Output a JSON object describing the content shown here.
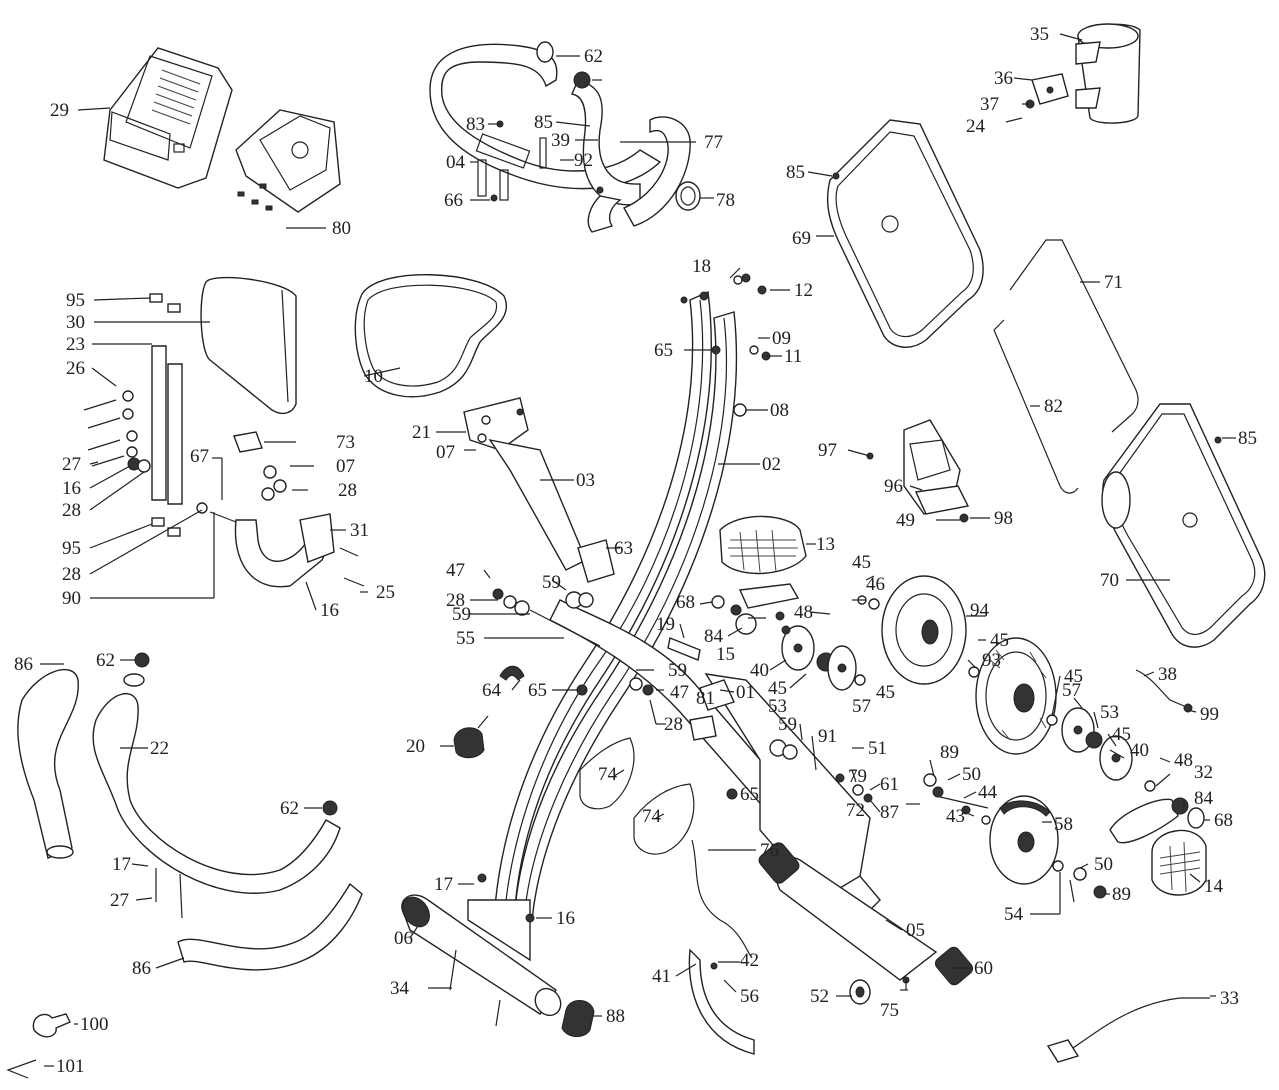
{
  "diagram": {
    "part_numbers": [
      "01",
      "02",
      "03",
      "04",
      "05",
      "06",
      "07",
      "08",
      "09",
      "10",
      "11",
      "12",
      "13",
      "14",
      "15",
      "16",
      "17",
      "18",
      "19",
      "20",
      "21",
      "22",
      "23",
      "24",
      "25",
      "26",
      "27",
      "28",
      "29",
      "30",
      "31",
      "32",
      "33",
      "34",
      "35",
      "36",
      "37",
      "38",
      "39",
      "40",
      "41",
      "42",
      "43",
      "44",
      "45",
      "46",
      "47",
      "48",
      "49",
      "50",
      "51",
      "52",
      "53",
      "54",
      "55",
      "56",
      "57",
      "58",
      "59",
      "60",
      "61",
      "62",
      "63",
      "64",
      "65",
      "66",
      "67",
      "68",
      "69",
      "70",
      "71",
      "72",
      "73",
      "74",
      "75",
      "76",
      "77",
      "78",
      "79",
      "80",
      "81",
      "82",
      "83",
      "84",
      "85",
      "86",
      "87",
      "88",
      "89",
      "90",
      "91",
      "92",
      "93",
      "94",
      "95",
      "96",
      "97",
      "98",
      "99",
      "100",
      "101"
    ],
    "components": {
      "console": "29",
      "console_bracket": "80",
      "handlebar": "04",
      "seat": "10",
      "seat_post": "03",
      "backrest": "30",
      "backrest_bracket": "23",
      "front_frame": "02",
      "rear_frame": "05",
      "front_stabilizer": "06",
      "handlebar_tube_left": "86",
      "handlebar_tube_right": "22",
      "bottle_holder": "35",
      "left_cover": "69",
      "right_cover": "70",
      "flywheel": "94",
      "belt_pulley": "93",
      "pulley": "58",
      "left_pedal": "13",
      "right_pedal": "14",
      "belt": "74",
      "magnet_bracket": "41",
      "adapter_cable": "33",
      "wrench": "100",
      "allen_key": "101"
    }
  }
}
